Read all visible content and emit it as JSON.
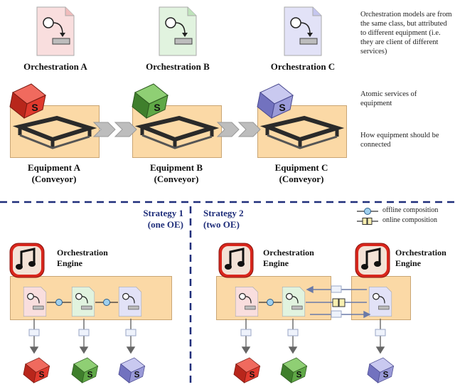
{
  "top": {
    "orchestrations": [
      {
        "label": "Orchestration A",
        "tint": "#f6c8c8"
      },
      {
        "label": "Orchestration B",
        "tint": "#cdeacb"
      },
      {
        "label": "Orchestration C",
        "tint": "#cfd0f2"
      }
    ],
    "equipment": [
      {
        "name": "Equipment A",
        "sub": "(Conveyor)",
        "cube_color": "#e03a2e"
      },
      {
        "name": "Equipment B",
        "sub": "(Conveyor)",
        "cube_color": "#5fa846"
      },
      {
        "name": "Equipment C",
        "sub": "(Conveyor)",
        "cube_color": "#9a9ad8"
      }
    ],
    "service_letter": "S",
    "notes": {
      "models": "Orchestration models are from the same class, but attributed to different equipment (i.e. they are client of different services)",
      "atomic": "Atomic services of equipment",
      "connection": "How equipment should be connected"
    }
  },
  "strategy1": {
    "title": "Strategy 1",
    "subtitle": "(one OE)",
    "engine_title": "Orchestration Engine"
  },
  "strategy2": {
    "title": "Strategy 2",
    "subtitle": "(two OE)",
    "engine_title": "Orchestration Engine",
    "engine2_title": "Orchestration Engine"
  },
  "legend": {
    "offline": "offline composition",
    "online": "online composition"
  },
  "colors": {
    "box_fill": "#fbd9a6",
    "divider": "#1f2e7a",
    "red": "#e03a2e",
    "green": "#5fa846",
    "purple": "#9a9ad8"
  }
}
